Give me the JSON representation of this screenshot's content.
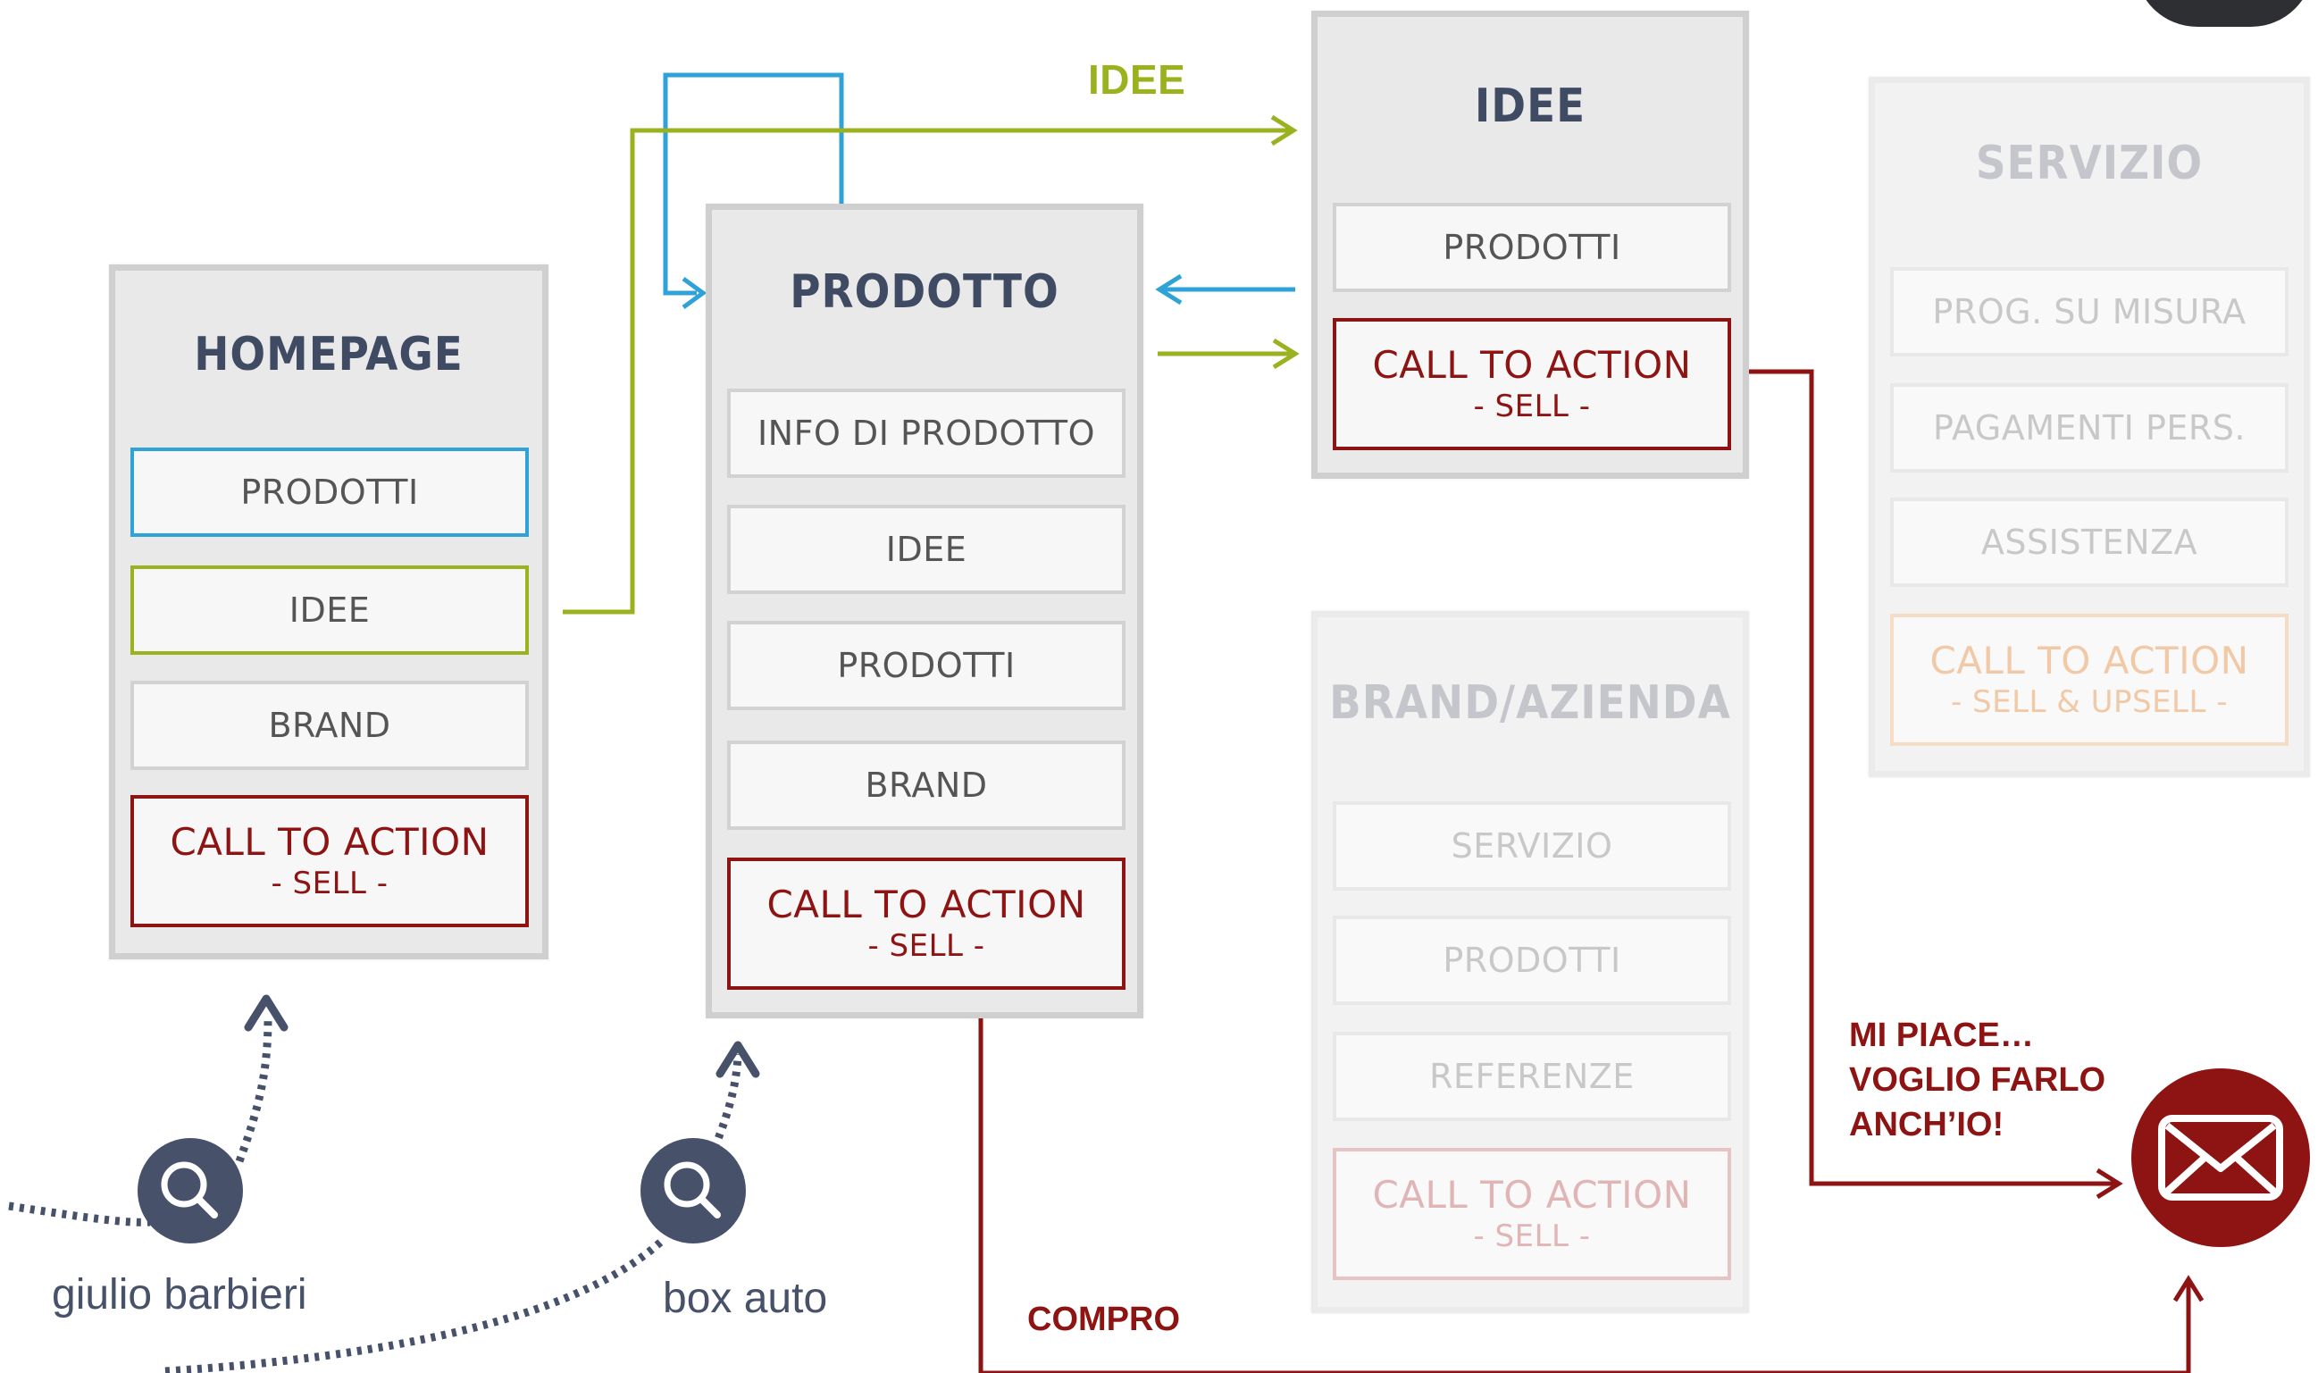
{
  "labels": {
    "idee": "IDEE",
    "mi_piace": [
      "MI PIACE…",
      "VOGLIO FARLO",
      "ANCH’IO!"
    ],
    "compro": "COMPRO"
  },
  "pages": {
    "homepage": {
      "title": "HOMEPAGE",
      "items": [
        "PRODOTTI",
        "IDEE",
        "BRAND"
      ],
      "cta": {
        "main": "CALL TO ACTION",
        "sub": "- SELL -"
      }
    },
    "prodotto": {
      "title": "PRODOTTO",
      "items": [
        "INFO DI PRODOTTO",
        "IDEE",
        "PRODOTTI",
        "BRAND"
      ],
      "cta": {
        "main": "CALL TO ACTION",
        "sub": "- SELL -"
      }
    },
    "idee": {
      "title": "IDEE",
      "items": [
        "PRODOTTI"
      ],
      "cta": {
        "main": "CALL TO ACTION",
        "sub": "- SELL -"
      }
    },
    "brand": {
      "title": "BRAND/AZIENDA",
      "items": [
        "SERVIZIO",
        "PRODOTTI",
        "REFERENZE"
      ],
      "cta": {
        "main": "CALL TO ACTION",
        "sub": "- SELL -"
      }
    },
    "servizio": {
      "title": "SERVIZIO",
      "items": [
        "PROG. SU MISURA",
        "PAGAMENTI PERS.",
        "ASSISTENZA"
      ],
      "cta": {
        "main": "CALL TO ACTION",
        "sub": "- SELL & UPSELL -"
      }
    }
  },
  "searches": [
    "giulio barbieri",
    "box auto"
  ],
  "colors": {
    "blue": "#2fa3d8",
    "green": "#9bb21e",
    "red": "#8e1414",
    "navy": "#47526a",
    "gray_border": "#cfcfcf"
  },
  "icons": [
    "search-icon",
    "mail-icon",
    "avatar"
  ]
}
